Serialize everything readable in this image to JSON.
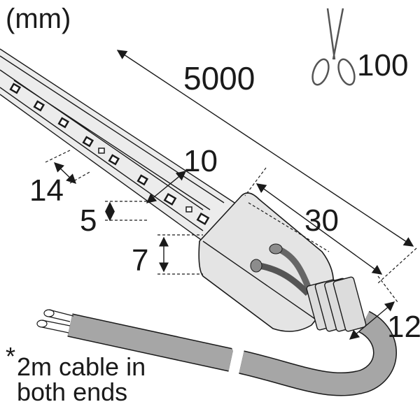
{
  "unit_label": "(mm)",
  "dimensions": {
    "length": "5000",
    "cut_interval": "100",
    "strip_width": "10",
    "pitch": "14",
    "led_height": "5",
    "profile_height": "7",
    "cap_length": "30",
    "cable_diameter": "12"
  },
  "note": {
    "asterisk": "*",
    "line1": "2m cable in",
    "line2": "both ends"
  },
  "icons": [
    "scissors-icon"
  ],
  "colors": {
    "line": "#1a1a1a",
    "strip": "#ececec",
    "cable": "#a6a6a6",
    "cap": "#e4e4e4"
  }
}
